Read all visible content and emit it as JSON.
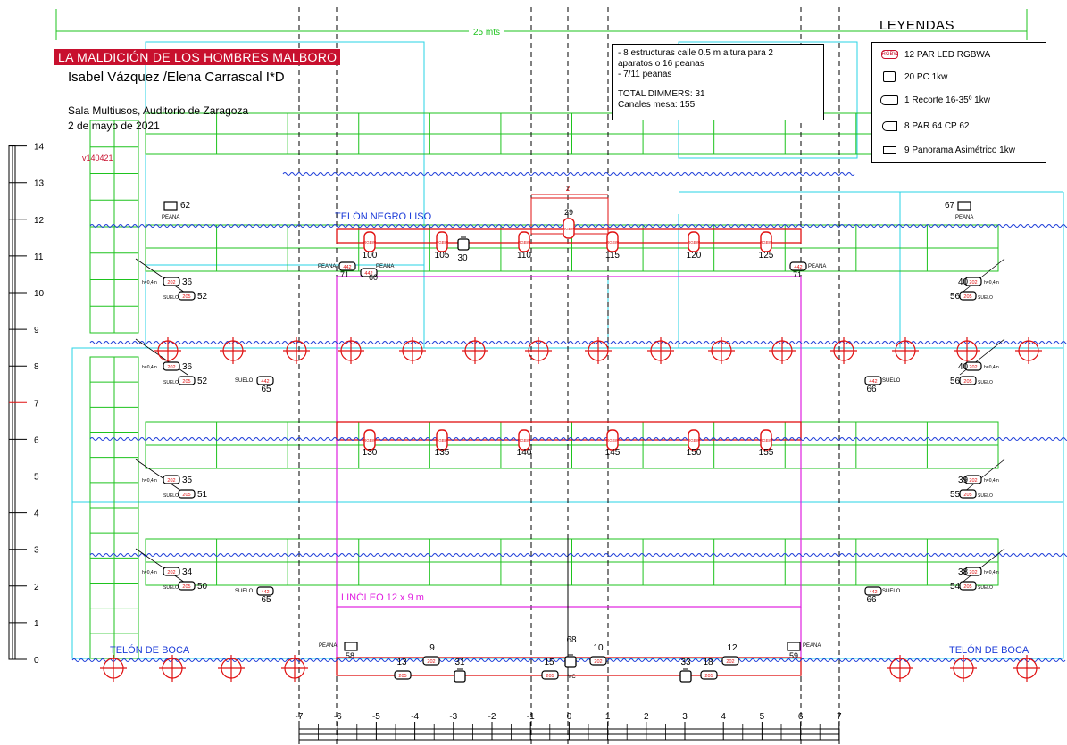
{
  "header": {
    "title": "LA MALDICIÓN DE LOS HOMBRES MALBORO",
    "authors": "Isabel Vázquez /Elena Carrascal I*D",
    "venue": "Sala Multiusos, Auditorio  de Zaragoza",
    "date": "2 de mayo de 2021",
    "version": "v140421"
  },
  "width_dimension": "25 mts",
  "notes": {
    "lines": [
      "- 8 estructuras calle 0.5 m altura para 2",
      "aparatos o 16 peanas",
      "- 7/11 peanas",
      "",
      "TOTAL DIMMERS: 31",
      "Canales mesa: 155"
    ]
  },
  "legend": {
    "title": "LEYENDAS",
    "items": [
      {
        "icon": "par-led-rgbwa-icon",
        "label": "12 PAR LED RGBWA"
      },
      {
        "icon": "pc-spotlight-icon",
        "label": "20 PC 1kw"
      },
      {
        "icon": "profile-spotlight-icon",
        "label": "1 Recorte 16-35º 1kw"
      },
      {
        "icon": "par64-icon",
        "label": "8 PAR 64 CP 62"
      },
      {
        "icon": "asymmetric-panorama-icon",
        "label": "9 Panorama Asimétrico 1kw"
      }
    ]
  },
  "stage_labels": {
    "curtain_black": "TELÓN NEGRO LISO",
    "curtain_front_left": "TELÓN DE BOCA",
    "curtain_front_right": "TELÓN DE BOCA",
    "linoleum": "LINÓLEO 12 x 9 m",
    "peana": "PEANA",
    "suelo": "SUELO",
    "height": "h=0,4m",
    "center_width": "2",
    "mc": "MC"
  },
  "vertical_scale": [
    "0",
    "1",
    "2",
    "3",
    "4",
    "5",
    "6",
    "7",
    "8",
    "9",
    "10",
    "11",
    "12",
    "13",
    "14"
  ],
  "horizontal_scale": [
    "-7",
    "-6",
    "-5",
    "-4",
    "-3",
    "-2",
    "-1",
    "0",
    "1",
    "2",
    "3",
    "4",
    "5",
    "6",
    "7"
  ],
  "fixtures": {
    "back_row": [
      "100",
      "105",
      "110",
      "115",
      "120",
      "125"
    ],
    "mid_row": [
      "130",
      "135",
      "140",
      "145",
      "150",
      "155"
    ],
    "channels": {
      "c30": "30",
      "c29": "29",
      "c71l": "71",
      "c71r": "71",
      "c60": "60",
      "c62": "62",
      "c67": "67",
      "c36a": "36",
      "c52a": "52",
      "c40a": "40",
      "c56a": "56",
      "c36b": "36",
      "c52b": "52",
      "c40b": "40",
      "c56b": "56",
      "c65a": "65",
      "c66a": "66",
      "c35": "35",
      "c51": "51",
      "c39": "39",
      "c55": "55",
      "c34": "34",
      "c50": "50",
      "c38": "38",
      "c54": "54",
      "c65b": "65",
      "c66b": "66",
      "c58": "58",
      "c59": "59",
      "c9": "9",
      "c13": "13",
      "c31": "31",
      "c15": "15",
      "c68": "68",
      "c10": "10",
      "c33": "33",
      "c18": "18",
      "c12": "12"
    },
    "led_code": "RGBW",
    "par_code": "442",
    "pc_code": "202",
    "pc2_code": "205"
  },
  "colors": {
    "truss": "#1ec31e",
    "cyan": "#27d3e6",
    "red": "#e01010",
    "magenta": "#e020e0",
    "blue": "#1a3ad8",
    "title_bg": "#c8102e"
  }
}
